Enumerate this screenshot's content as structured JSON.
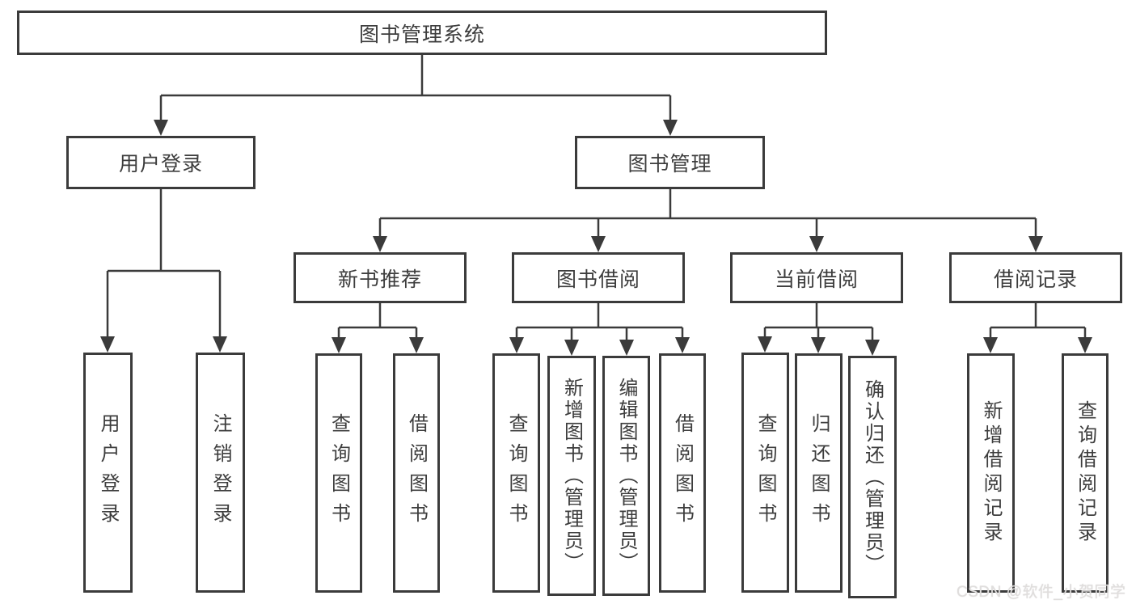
{
  "tree": {
    "label": "图书管理系统",
    "children": [
      {
        "label": "用户登录",
        "children": [
          {
            "label": "用户登录"
          },
          {
            "label": "注销登录"
          }
        ]
      },
      {
        "label": "图书管理",
        "children": [
          {
            "label": "新书推荐",
            "children": [
              {
                "label": "查询图书"
              },
              {
                "label": "借阅图书"
              }
            ]
          },
          {
            "label": "图书借阅",
            "children": [
              {
                "label": "查询图书"
              },
              {
                "label": "新增图书（管理员）"
              },
              {
                "label": "编辑图书（管理员）"
              },
              {
                "label": "借阅图书"
              }
            ]
          },
          {
            "label": "当前借阅",
            "children": [
              {
                "label": "查询图书"
              },
              {
                "label": "归还图书"
              },
              {
                "label": "确认归还（管理员）"
              }
            ]
          },
          {
            "label": "借阅记录",
            "children": [
              {
                "label": "新增借阅记录"
              },
              {
                "label": "查询借阅记录"
              }
            ]
          }
        ]
      }
    ]
  },
  "watermark": "CSDN @软件_小贺同学",
  "colors": {
    "line": "#3b3b3b",
    "border": "#3b3b3b",
    "text": "#3d3d3d",
    "background": "#ffffff",
    "watermark": "#e0dedd"
  }
}
